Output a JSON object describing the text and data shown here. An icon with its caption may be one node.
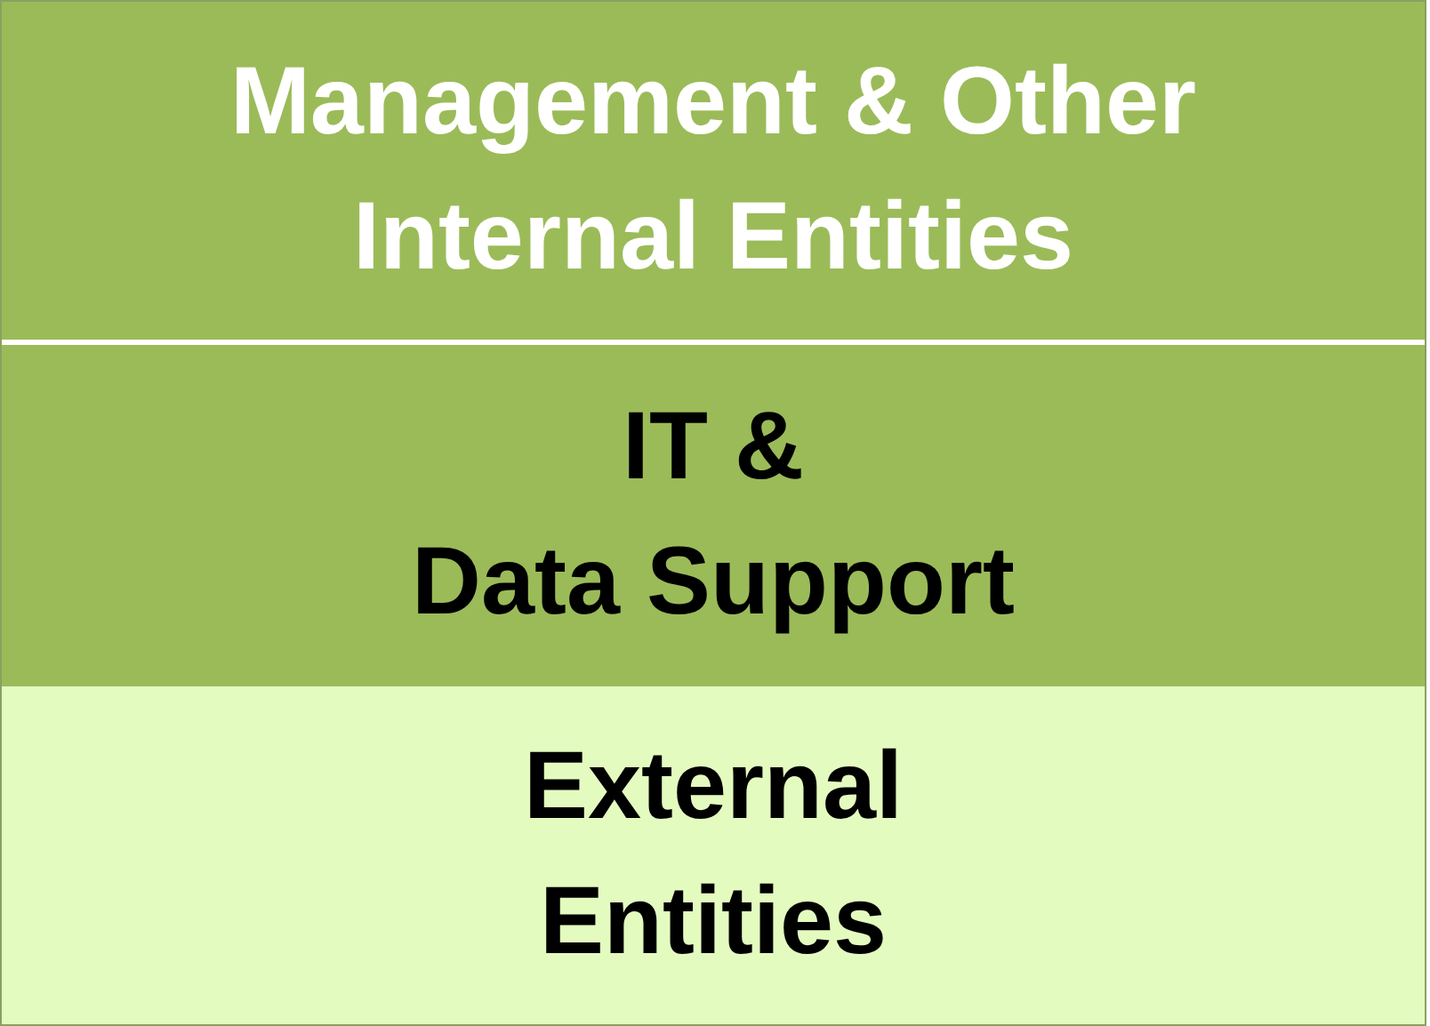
{
  "diagram": {
    "nodes": [
      {
        "text": [
          "Management & Other Internal Entities"
        ]
      },
      {
        "text": [
          "IT & Data Support"
        ]
      },
      {
        "text": [
          "External Entities"
        ]
      }
    ],
    "edges": []
  }
}
